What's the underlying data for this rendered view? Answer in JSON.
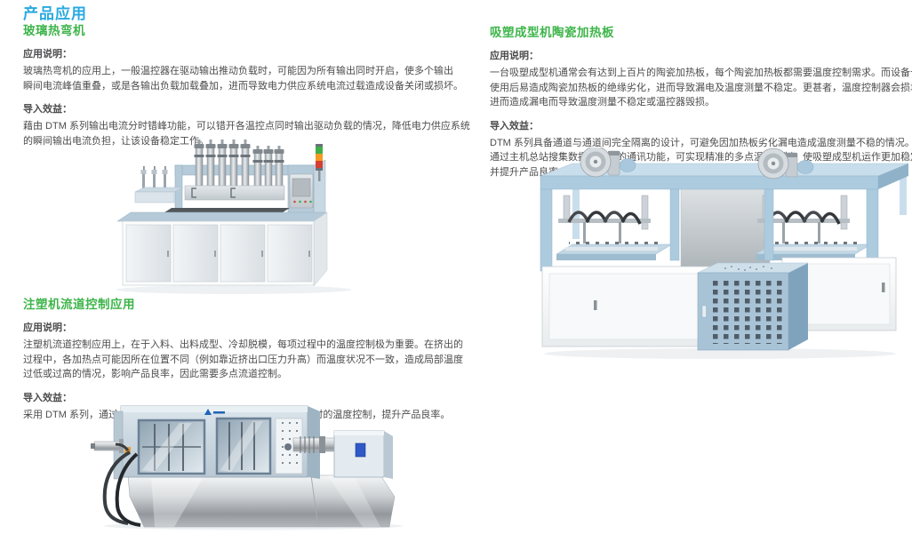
{
  "colors": {
    "title_blue": "#29a9e0",
    "heading_green": "#3eb54a",
    "body_text": "#4d4d4f",
    "machine_frame_blue": "#accbdf",
    "delta_logo_blue": "#1f63b5"
  },
  "page": {
    "title": "产品应用"
  },
  "sections": [
    {
      "heading": "玻璃热弯机",
      "app_label": "应用说明：",
      "app_text": "玻璃热弯机的应用上，一般温控器在驱动输出推动负载时，可能因为所有输出同时开启，使多个输出\n瞬间电流峰值重叠，或是各输出负载加载叠加，进而导致电力供应系统电流过载造成设备关闭或损坏。",
      "benefit_label": "导入效益：",
      "benefit_text": "藉由 DTM 系列输出电流分时错峰功能，可以错开各温控点同时输出驱动负载的情况，降低电力供应系统\n的瞬间输出电流负担，让该设备稳定工作。"
    },
    {
      "heading": "注塑机流道控制应用",
      "app_label": "应用说明：",
      "app_text": "注塑机流道控制应用上，在于入料、出料成型、冷却脱模，每项过程中的温度控制极为重要。在挤出的\n过程中，各加热点可能因所在位置不同（例如靠近挤出口压力升高）而温度状况不一致，造成局部温度\n过低或过高的情况，影响产品良率，因此需要多点流道控制。",
      "benefit_label": "导入效益：",
      "benefit_text": "采用 DTM 系列，通过 RS-485 通讯的资料传输可达成多点精确并及时的温度控制，提升产品良率。"
    },
    {
      "heading": "吸塑成型机陶瓷加热板",
      "app_label": "应用说明：",
      "app_text": "一台吸塑成型机通常会有达到上百片的陶瓷加热板，每个陶瓷加热板都需要温度控制需求。而设备长期\n使用后易造成陶瓷加热板的绝缘劣化，进而导致漏电及温度测量不稳定。更甚者，温度控制器会损坏，\n进而造成漏电而导致温度测量不稳定或温控器毁损。",
      "benefit_label": "导入效益：",
      "benefit_text": "DTM 系列具备通道与通道间完全隔离的设计，可避免因加热板劣化漏电造成温度测量不稳的情况。\n通过主机总站搜集数据及强健的通讯功能，可实现精准的多点温度控制，使吸塑成型机运作更加稳定，\n并提升产品良率。"
    }
  ]
}
